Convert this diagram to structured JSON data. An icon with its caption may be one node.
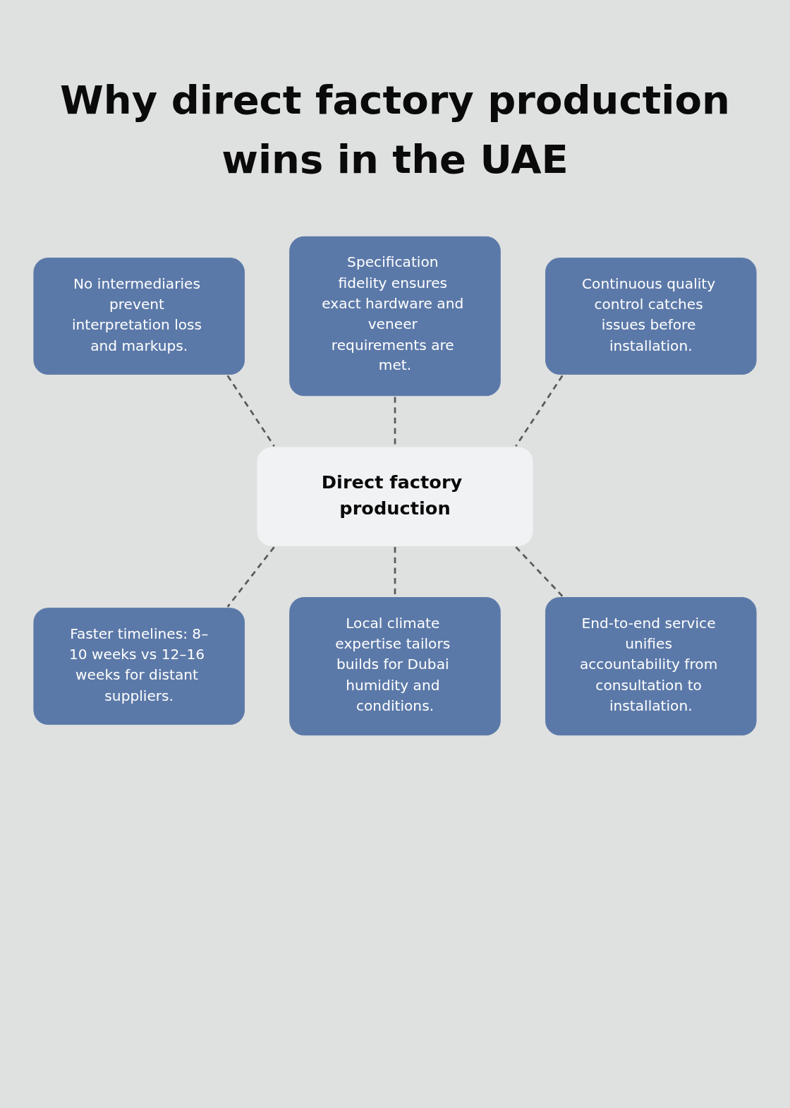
{
  "diagram": {
    "title": "Why direct factory production wins in the UAE",
    "nodes": [
      {
        "text": [
          "No intermediaries prevent interpretation loss and markups."
        ]
      },
      {
        "text": [
          "Specification fidelity ensures exact hardware and veneer requirements are met."
        ]
      },
      {
        "text": [
          "Continuous quality control catches issues before installation."
        ]
      },
      {
        "text": [
          "Direct factory production"
        ]
      },
      {
        "text": [
          "Faster timelines: 8–10 weeks vs 12–16 weeks for distant suppliers."
        ]
      },
      {
        "text": [
          "Local climate expertise tailors builds for Dubai humidity and conditions."
        ]
      },
      {
        "text": [
          "End-to-end service unifies accountability from consultation to installation."
        ]
      }
    ],
    "edges": [
      {
        "from": 0,
        "to": 3,
        "arrow": "none",
        "style": "dashed"
      },
      {
        "from": 1,
        "to": 3,
        "arrow": "none",
        "style": "dashed"
      },
      {
        "from": 2,
        "to": 3,
        "arrow": "none",
        "style": "dashed"
      },
      {
        "from": 3,
        "to": 4,
        "arrow": "none",
        "style": "dashed"
      },
      {
        "from": 3,
        "to": 5,
        "arrow": "none",
        "style": "dashed"
      },
      {
        "from": 3,
        "to": 6,
        "arrow": "none",
        "style": "dashed"
      }
    ]
  }
}
